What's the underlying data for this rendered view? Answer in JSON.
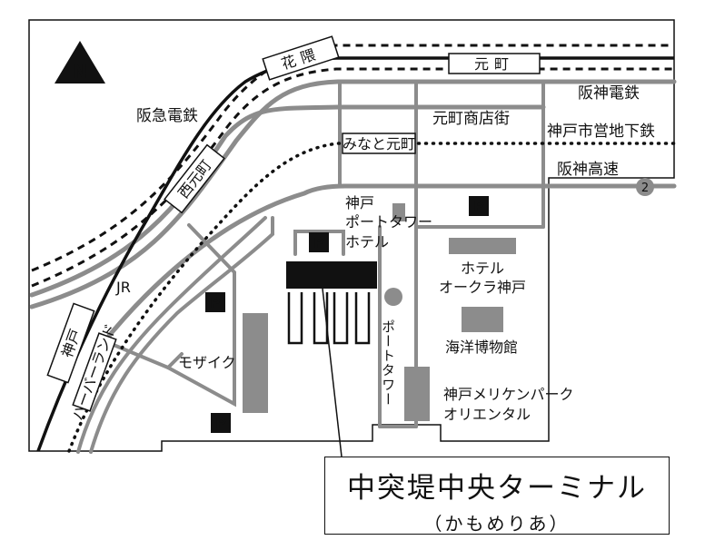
{
  "north": "N",
  "railways": {
    "hankyu": "阪急電鉄",
    "hanshin_electric": "阪神電鉄",
    "subway": "神戸市営地下鉄",
    "hanshin_expressway": "阪神高速",
    "jr": "JR",
    "route_number": "2"
  },
  "stations": {
    "hanakuma": "花隈",
    "motomachi": "元町",
    "nishimotomachi": "西元町",
    "minato_motomachi": "みなと元町",
    "kobe": "神戸",
    "harborland": "ハーバーランド"
  },
  "landmarks": {
    "motomachi_shotengai": "元町商店街",
    "port_tower_hotel_line1": "神戸",
    "port_tower_hotel_line2": "ポートタワー",
    "port_tower_hotel_line3": "ホテル",
    "hotel_okura_line1": "ホテル",
    "hotel_okura_line2": "オークラ神戸",
    "maritime_museum": "海洋博物館",
    "port_tower_vertical": "ポートタワー",
    "meriken_line1": "神戸メリケンパーク",
    "meriken_line2": "オリエンタル",
    "mosaic": "モザイク"
  },
  "parking": "P",
  "terminal": {
    "name": "中突堤中央ターミナル",
    "nickname": "（かもめりあ）"
  },
  "colors": {
    "road": "#8c8c8c",
    "building": "#8c8c8c",
    "rail": "#111111",
    "terminal_block": "#111111"
  }
}
